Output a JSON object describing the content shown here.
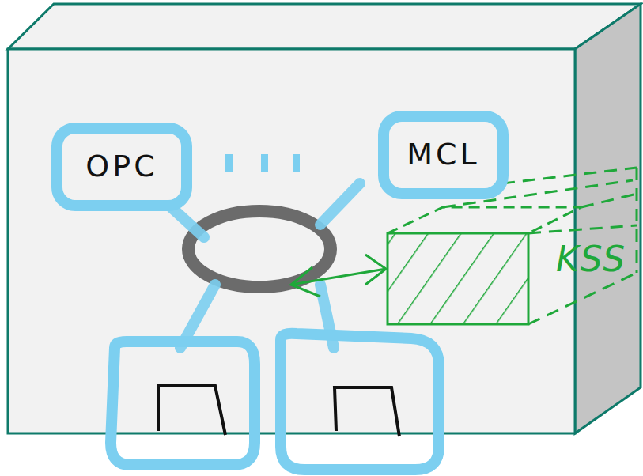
{
  "diagram": {
    "nodes": [
      {
        "text": [
          "OPC"
        ]
      },
      {
        "text": [
          "MCL"
        ]
      },
      {
        "text": [
          "KSS"
        ]
      }
    ]
  }
}
